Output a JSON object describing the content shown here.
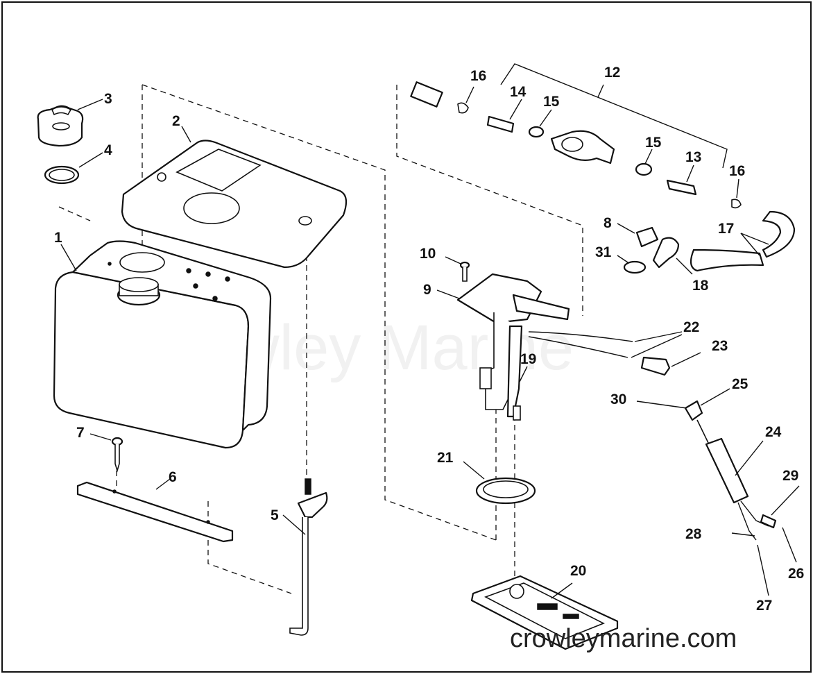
{
  "watermark": "Crowley Marine",
  "site": "crowleymarine.com",
  "callouts": {
    "c1": "1",
    "c2": "2",
    "c3": "3",
    "c4": "4",
    "c5": "5",
    "c6": "6",
    "c7": "7",
    "c8": "8",
    "c9": "9",
    "c10": "10",
    "c12": "12",
    "c13": "13",
    "c14": "14",
    "c15a": "15",
    "c15b": "15",
    "c16a": "16",
    "c16b": "16",
    "c17": "17",
    "c18": "18",
    "c19": "19",
    "c20": "20",
    "c21": "21",
    "c22": "22",
    "c23": "23",
    "c24": "24",
    "c25": "25",
    "c26": "26",
    "c27": "27",
    "c28": "28",
    "c29": "29",
    "c30": "30",
    "c31": "31"
  }
}
